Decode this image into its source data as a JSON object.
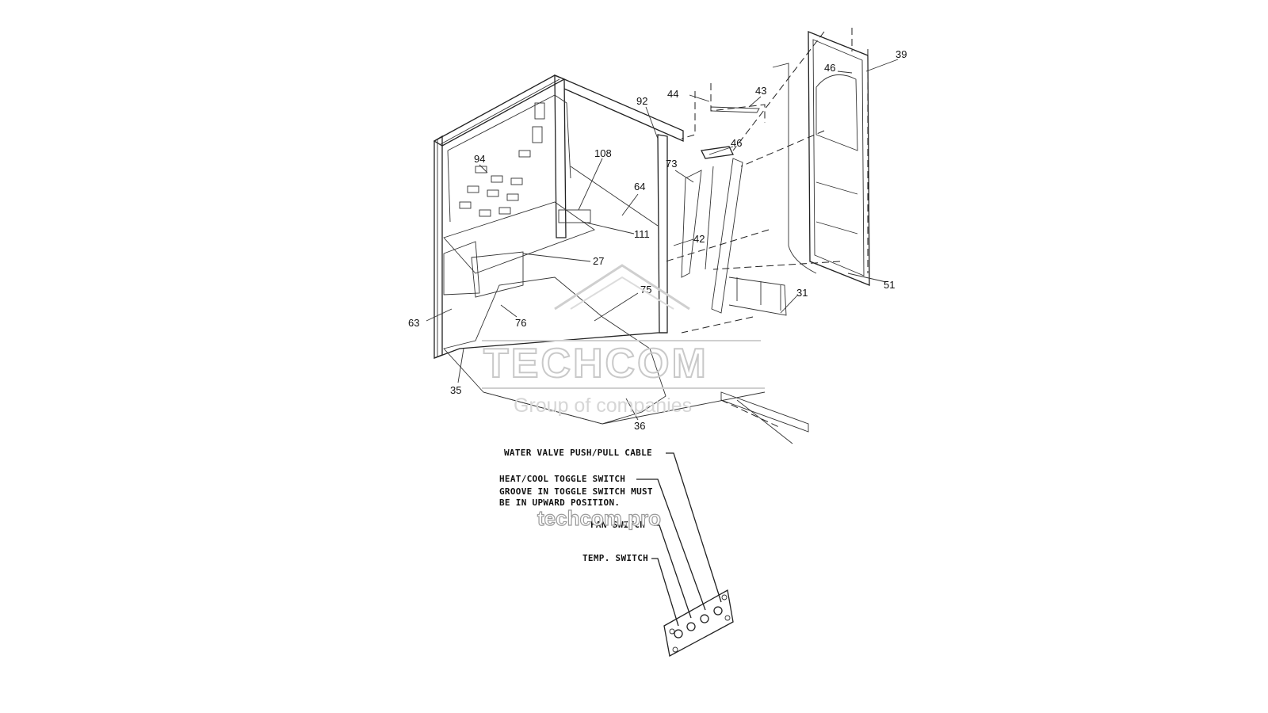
{
  "callouts": [
    "39",
    "46",
    "44",
    "43",
    "92",
    "46",
    "108",
    "94",
    "73",
    "64",
    "111",
    "42",
    "27",
    "75",
    "63",
    "76",
    "31",
    "51",
    "35",
    "36"
  ],
  "notes": {
    "water_valve": "WATER VALVE PUSH/PULL CABLE",
    "heat_cool": "HEAT/COOL TOGGLE SWITCH",
    "groove_line1": "GROOVE IN TOGGLE SWITCH MUST",
    "groove_line2": "BE IN UPWARD POSITION.",
    "fan_switch": "FAN SWITCH",
    "temp_switch": "TEMP. SWITCH"
  },
  "watermark": {
    "brand": "TECHCOM",
    "tagline": "Group of companies",
    "url": "techcom.pro"
  }
}
